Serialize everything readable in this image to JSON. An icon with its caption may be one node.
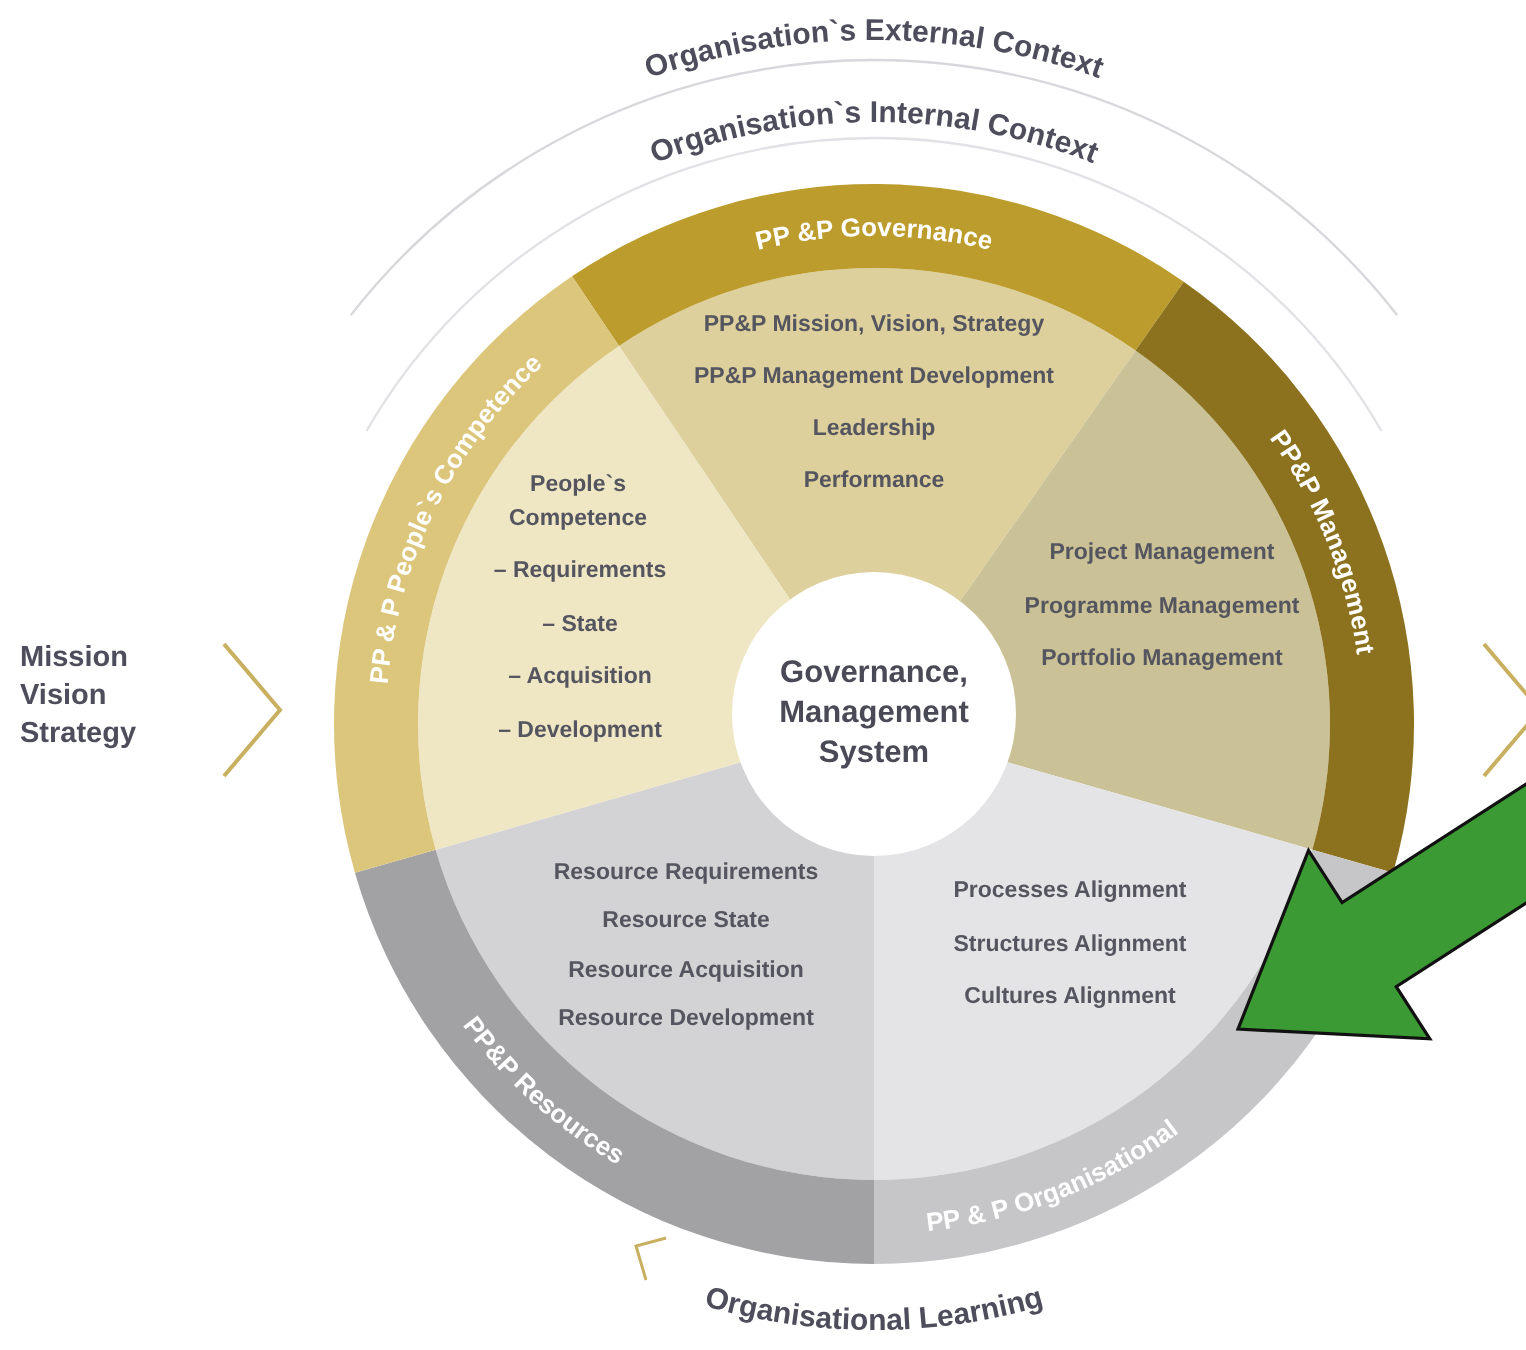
{
  "diagram": {
    "nodes": [
      {
        "text": [
          "PP &P Governance",
          "PP&P Mission, Vision, Strategy",
          "PP&P Management Development",
          "Leadership",
          "Performance"
        ]
      },
      {
        "text": [
          "PP&P Management",
          "Project Management",
          "Programme Management",
          "Portfolio Management"
        ]
      },
      {
        "text": [
          "PP & P Organisational",
          "Processes Alignment",
          "Structures Alignment",
          "Cultures Alignment"
        ]
      },
      {
        "text": [
          "PP&P Resources",
          "Resource Requirements",
          "Resource State",
          "Resource Acquisition",
          "Resource Development"
        ]
      },
      {
        "text": [
          "PP & P People`s Competence",
          "People`s Competence",
          "– Requirements",
          "– State",
          "– Acquisition",
          "– Development"
        ]
      },
      {
        "text": [
          "Governance, Management System"
        ]
      },
      {
        "text": [
          "Mission Vision Strategy"
        ]
      }
    ],
    "edges": [
      {
        "from": null,
        "to": 2,
        "arrow": "to",
        "style": "thick",
        "color": "#3c9a34"
      }
    ],
    "labels": [
      "Organisation`s External Context",
      "Organisation`s Internal Context",
      "Organisational Learning"
    ]
  }
}
